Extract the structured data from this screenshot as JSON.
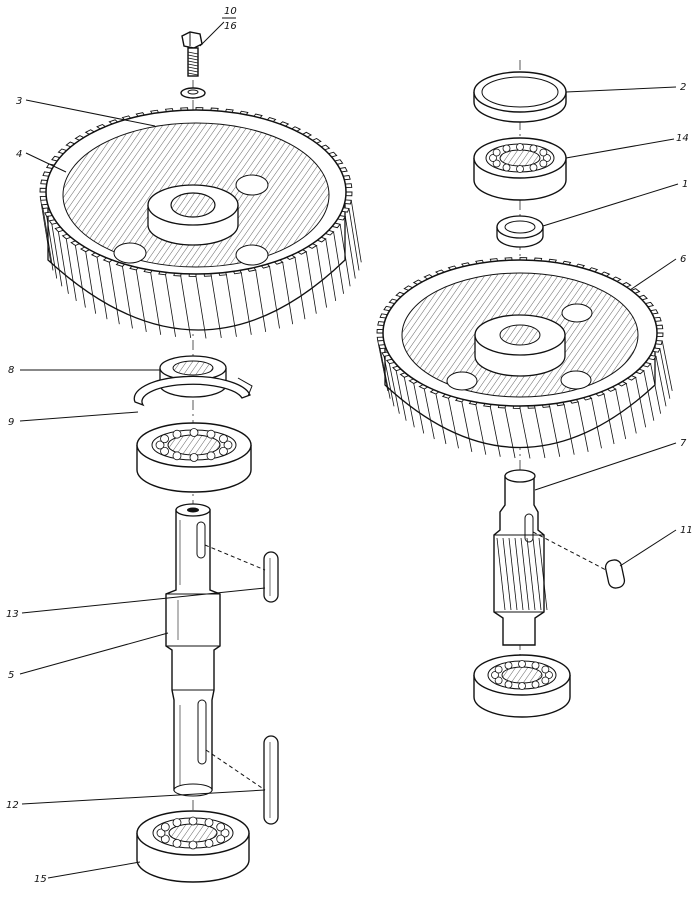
{
  "callouts": {
    "c10": "10",
    "c16": "16",
    "c3": "3",
    "c4": "4",
    "c8": "8",
    "c9": "9",
    "c13": "13",
    "c5": "5",
    "c12": "12",
    "c15": "15",
    "c2": "2",
    "c14": "14",
    "c1": "1",
    "c6": "6",
    "c7": "7",
    "c11": "11"
  }
}
